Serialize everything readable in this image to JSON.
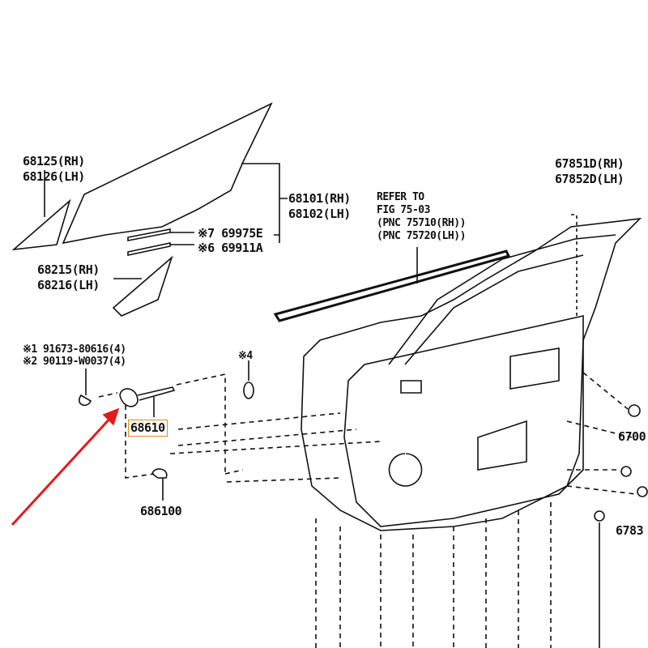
{
  "labels": {
    "quarter_glass": [
      "68125(RH)",
      "68126(LH)"
    ],
    "door_glass": [
      "68101(RH)",
      "68102(LH)"
    ],
    "seal_1": "※7 69975E",
    "seal_2": "※6 69911A",
    "window_frame": [
      "68215(RH)",
      "68216(LH)"
    ],
    "refer": [
      "REFER TO",
      "FIG 75-03",
      "(PNC 75710(RH))",
      "(PNC 75720(LH))"
    ],
    "weatherstrip": [
      "67851D(RH)",
      "67852D(LH)"
    ],
    "bolts": [
      "※1 91673-80616(4)",
      "※2 90119-W0037(4)"
    ],
    "note_4": "※4",
    "check_assy": "68610",
    "check_pin": "686100",
    "right_1": "6700",
    "right_2": "6783"
  },
  "colors": {
    "highlight_box": "#e08a1a",
    "arrow": "#e21a1a"
  }
}
